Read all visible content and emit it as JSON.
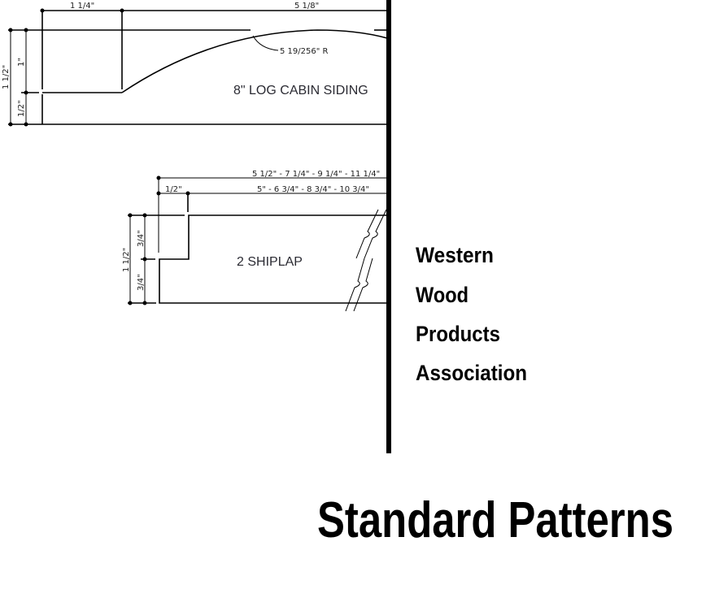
{
  "log_cabin": {
    "label": "8\" LOG CABIN SIDING",
    "dim_left_width": "1 1/4\"",
    "dim_main_width": "5 1/8\"",
    "radius": "5 19/256\" R",
    "dim_total_height": "1 1/2\"",
    "dim_upper_height": "1\"",
    "dim_lower_height": "1/2\""
  },
  "shiplap": {
    "label": "2 SHIPLAP",
    "dim_overall_widths": "5 1/2\" - 7 1/4\" - 9 1/4\" - 11 1/4\"",
    "dim_face_widths": "5\" - 6 3/4\" - 8 3/4\" - 10 3/4\"",
    "dim_lap": "1/2\"",
    "dim_total_height": "1 1/2\"",
    "dim_upper_height": "3/4\"",
    "dim_lower_height": "3/4\""
  },
  "brand": {
    "lines": [
      "Western",
      "Wood",
      "Products",
      "Association"
    ]
  },
  "title": "Standard Patterns"
}
